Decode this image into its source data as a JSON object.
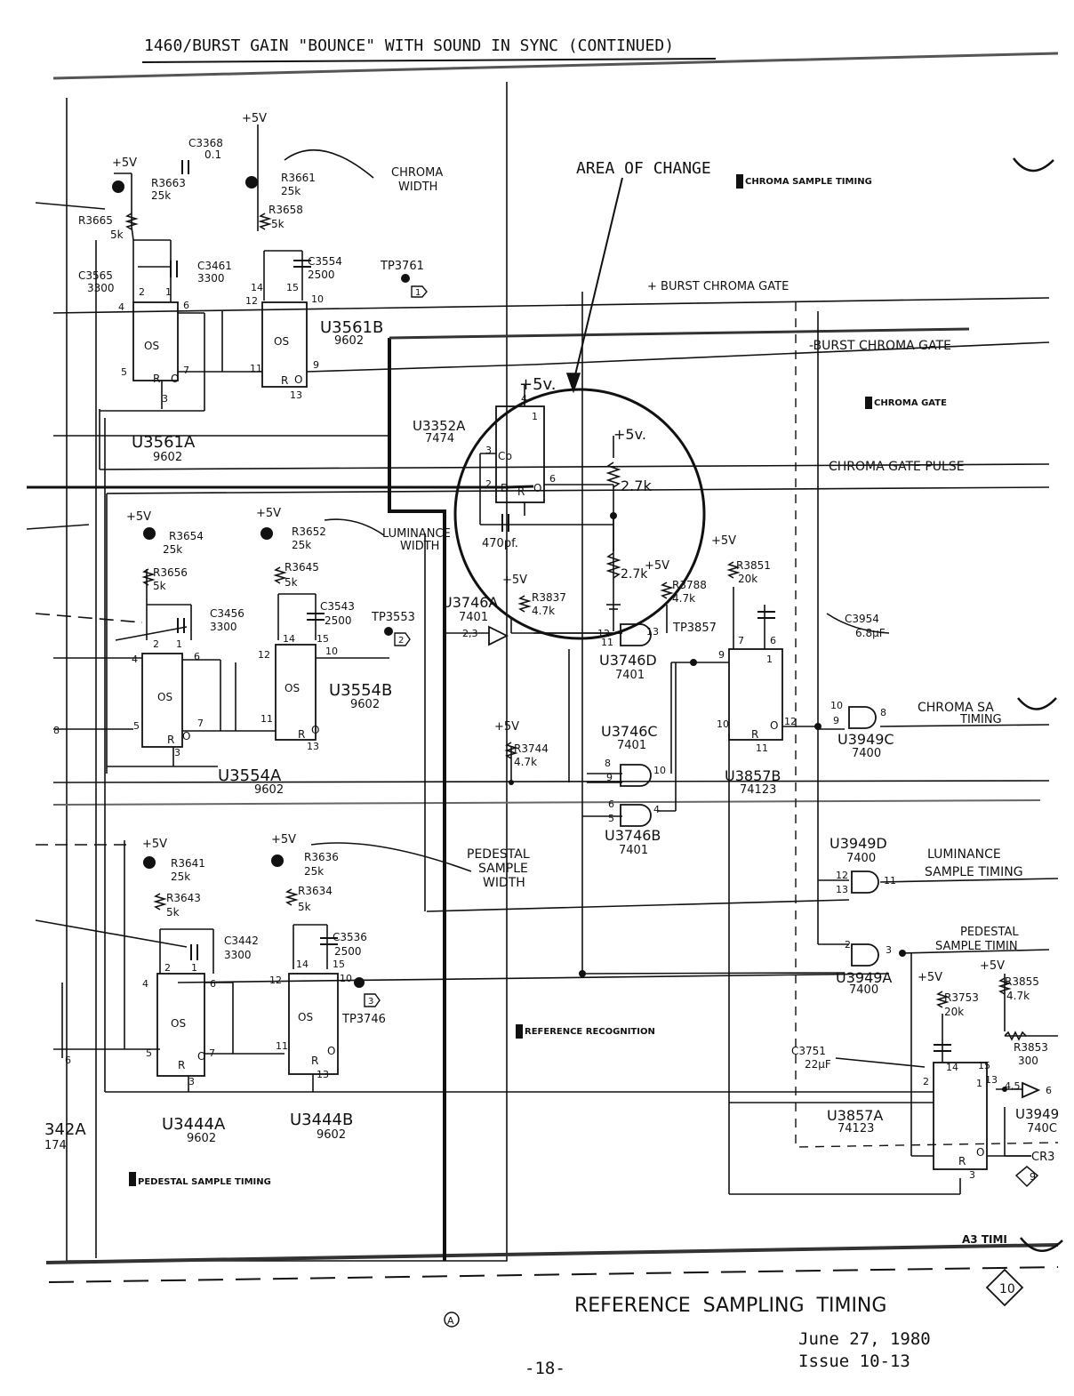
{
  "header": {
    "title": "1460/BURST GAIN \"BOUNCE\" WITH SOUND IN SYNC (CONTINUED)"
  },
  "footer": {
    "section_title": "REFERENCE  SAMPLING  TIMING",
    "page_number": "-18-",
    "date": "June 27, 1980",
    "issue": "Issue 10-13",
    "badge": "10",
    "mark": "A"
  },
  "callouts": {
    "area_of_change": "AREA OF CHANGE",
    "chroma_width": [
      "CHROMA",
      "WIDTH"
    ],
    "luminance_width": [
      "LUMINANCE",
      "WIDTH"
    ],
    "pedestal_width": [
      "PEDESTAL",
      "SAMPLE",
      "WIDTH"
    ]
  },
  "block_labels": {
    "chroma_sample_timing": "CHROMA SAMPLE TIMING",
    "chroma_gate": "CHROMA GATE",
    "reference_recognition": "REFERENCE RECOGNITION",
    "pedestal_sample_timing": "PEDESTAL SAMPLE TIMING",
    "a3_timing": "A3 TIMI"
  },
  "signals": {
    "burst_chroma_gate": "+ BURST  CHROMA  GATE",
    "neg_burst_chroma_gate": "-BURST  CHROMA  GATE",
    "chroma_gate_pulse": "CHROMA  GATE  PULSE",
    "chroma_sample_timing": [
      "CHROMA SA",
      "TIMING"
    ],
    "luminance_sample_timing": [
      "LUMINANCE",
      "SAMPLE TIMING"
    ],
    "pedestal_sample_timing": [
      "PEDESTAL",
      "SAMPLE TIMIN"
    ],
    "cr_ref": "CR3"
  },
  "components": {
    "U3561A": [
      "U3561A",
      "9602"
    ],
    "U3561B": [
      "U3561B",
      "9602"
    ],
    "U3554A": [
      "U3554A",
      "9602"
    ],
    "U3554B": [
      "U3554B",
      "9602"
    ],
    "U3444A": [
      "U3444A",
      "9602"
    ],
    "U3444B": [
      "U3444B",
      "9602"
    ],
    "U3442A": [
      "342A",
      "174"
    ],
    "U3352A": [
      "U3352A",
      "7474"
    ],
    "U3746A": [
      "U3746A",
      "7401"
    ],
    "U3746B": [
      "U3746B",
      "7401"
    ],
    "U3746C": [
      "U3746C",
      "7401"
    ],
    "U3746D": [
      "U3746D",
      "7401"
    ],
    "U3857A": [
      "U3857A",
      "74123"
    ],
    "U3857B": [
      "U3857B",
      "74123"
    ],
    "U3949A": [
      "U3949A",
      "7400"
    ],
    "U3949C": [
      "U3949C",
      "7400"
    ],
    "U3949D": [
      "U3949D",
      "7400"
    ],
    "U3949": [
      "U3949",
      "740C"
    ]
  },
  "passives": {
    "C3368": [
      "C3368",
      "0.1"
    ],
    "R3663": [
      "R3663",
      "25k"
    ],
    "R3661": [
      "R3661",
      "25k"
    ],
    "R3665": [
      "R3665",
      "5k"
    ],
    "R3658": [
      "R3658",
      "5k"
    ],
    "C3565": [
      "C3565",
      "3300"
    ],
    "C3461": [
      "C3461",
      "3300"
    ],
    "C3554": [
      "C3554",
      "2500"
    ],
    "R3654": [
      "R3654",
      "25k"
    ],
    "R3656": [
      "R3656",
      "5k"
    ],
    "R3652": [
      "R3652",
      "25k"
    ],
    "R3645": [
      "R3645",
      "5k"
    ],
    "C3456": [
      "C3456",
      "3300"
    ],
    "C3543": [
      "C3543",
      "2500"
    ],
    "R3641": [
      "R3641",
      "25k"
    ],
    "R3643": [
      "R3643",
      "5k"
    ],
    "R3636": [
      "R3636",
      "25k"
    ],
    "R3634": [
      "R3634",
      "5k"
    ],
    "C3442": [
      "C3442",
      "3300"
    ],
    "C3536": [
      "C3536",
      "2500"
    ],
    "R3837": [
      "R3837",
      "4.7k"
    ],
    "R3788": [
      "R3788",
      "4.7k"
    ],
    "R3744": [
      "R3744",
      "4.7k"
    ],
    "R3851": [
      "R3851",
      "20k"
    ],
    "C3954": [
      "C3954",
      "6.8μF"
    ],
    "R3753": [
      "R3753",
      "20k"
    ],
    "R3855": [
      "R3855",
      "4.7k"
    ],
    "R3853": [
      "R3853",
      "300"
    ],
    "C3751": [
      "C3751",
      "22μF"
    ],
    "R_top": "2.7k",
    "R_bot": "2.7k",
    "C_470": "470pf."
  },
  "test_points": {
    "tp3761": "TP3761",
    "tp3553": "TP3553",
    "tp3746": "TP3746",
    "tp3857": "TP3857",
    "tp_1": "1",
    "tp_2": "2",
    "tp_3": "3"
  },
  "supply": {
    "v5": "+5V",
    "v5_change": "+5v.",
    "v5_ff": "+5v."
  },
  "cells": {
    "os": "OS",
    "r": "R",
    "q": "O",
    "cp": "Cp",
    "d": "D"
  },
  "pins": {
    "p1": "1",
    "p2": "2",
    "p3": "3",
    "p4": "4",
    "p5": "5",
    "p6": "6",
    "p7": "7",
    "p8": "8",
    "p9": "9",
    "p10": "10",
    "p11": "11",
    "p12": "12",
    "p13": "13",
    "p14": "14",
    "p15": "15",
    "p23": "2,3",
    "p45": "4,5"
  }
}
